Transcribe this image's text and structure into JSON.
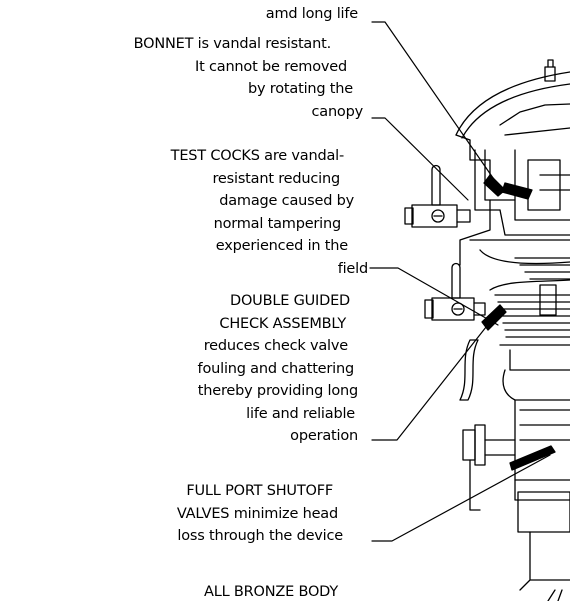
{
  "callouts": {
    "top": {
      "lines": [
        "amd long life"
      ]
    },
    "bonnet": {
      "lines": [
        "BONNET is vandal resistant.",
        "It cannot be removed",
        "by rotating the",
        "canopy"
      ]
    },
    "test_cocks": {
      "lines": [
        "TEST COCKS are vandal-",
        "resistant reducing",
        "damage caused by",
        "normal tampering",
        "experienced in the",
        "field"
      ]
    },
    "check_assembly": {
      "lines": [
        "DOUBLE GUIDED",
        "CHECK ASSEMBLY",
        "reduces check valve",
        "fouling and chattering",
        "thereby providing long",
        "life and reliable",
        "operation"
      ]
    },
    "shutoff": {
      "lines": [
        "FULL PORT SHUTOFF",
        "VALVES minimize head",
        "loss through the device"
      ]
    },
    "body": {
      "lines": [
        "ALL BRONZE BODY"
      ]
    }
  }
}
